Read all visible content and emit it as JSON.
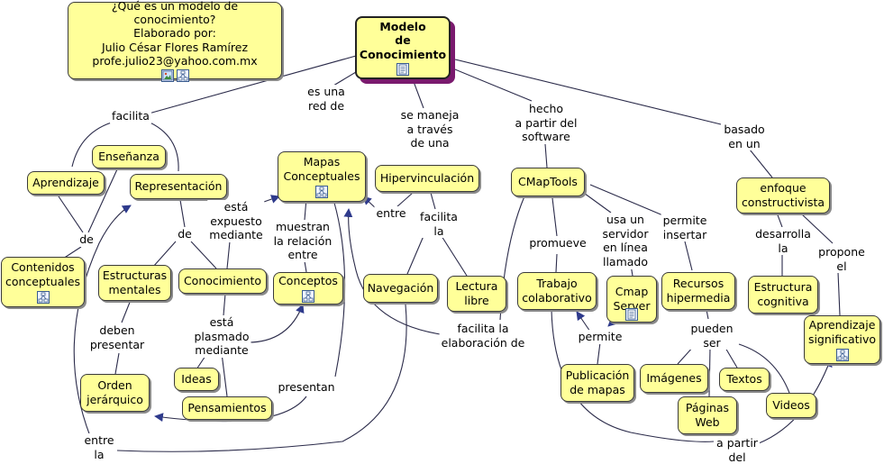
{
  "info": {
    "question": "¿Qué es un modelo de conocimiento?",
    "by": "Elaborado por:",
    "author": "Julio César Flores Ramírez",
    "email": "profe.julio23@yahoo.com.mx",
    "icons": [
      "image-resource-icon",
      "cmap-resource-icon"
    ]
  },
  "nodes": {
    "modelo": "Modelo\nde\nConocimiento",
    "ensenanza": "Enseñanza",
    "aprendizaje": "Aprendizaje",
    "representacion": "Representación",
    "contenidos": "Contenidos\nconceptuales",
    "estructuras": "Estructuras\nmentales",
    "conocimiento": "Conocimiento",
    "orden": "Orden\njerárquico",
    "ideas": "Ideas",
    "pensamientos": "Pensamientos",
    "mapas": "Mapas\nConceptuales",
    "conceptos": "Conceptos",
    "hipervinculacion": "Hipervinculación",
    "navegacion": "Navegación",
    "lectura": "Lectura\nlibre",
    "cmaptools": "CMapTools",
    "trabajo": "Trabajo\ncolaborativo",
    "cmapserver": "Cmap\nServer",
    "recursos": "Recursos\nhipermedia",
    "publicacion": "Publicación\nde mapas",
    "imagenes": "Imágenes",
    "textos": "Textos",
    "paginas": "Páginas\nWeb",
    "videos": "Videos",
    "enfoque": "enfoque\nconstructivista",
    "estructura_cog": "Estructura\ncognitiva",
    "aprendizaje_sig": "Aprendizaje\nsignificativo"
  },
  "links": {
    "facilita": "facilita",
    "de1": "de",
    "de2": "de",
    "deben_presentar": "deben\npresentar",
    "entre_la": "entre\nla",
    "esta_expuesto": "está\nexpuesto\nmediante",
    "esta_plasmado": "está\nplasmado\nmediante",
    "muestran": "muestran\nla relación\nentre",
    "presentan": "presentan",
    "es_una_red": "es una\nred de",
    "se_maneja": "se maneja\na través\nde una",
    "entre": "entre",
    "facilita_la": "facilita\nla",
    "facilita_elab": "facilita la\nelaboración de",
    "hecho": "hecho\na partir del\nsoftware",
    "promueve": "promueve",
    "usa_un": "usa un\nservidor\nen línea\nllamado",
    "permite_insertar": "permite\ninsertar",
    "permite": "permite",
    "pueden_ser": "pueden\nser",
    "a_partir": "a partir\ndel",
    "basado": "basado\nen un",
    "desarrolla": "desarrolla\nla",
    "propone": "propone\nel"
  },
  "colors": {
    "node_fill": "#ffff99",
    "main_shadow": "#7a1a6e",
    "arrow": "#2e3a8c",
    "line": "#2b2b4a"
  }
}
